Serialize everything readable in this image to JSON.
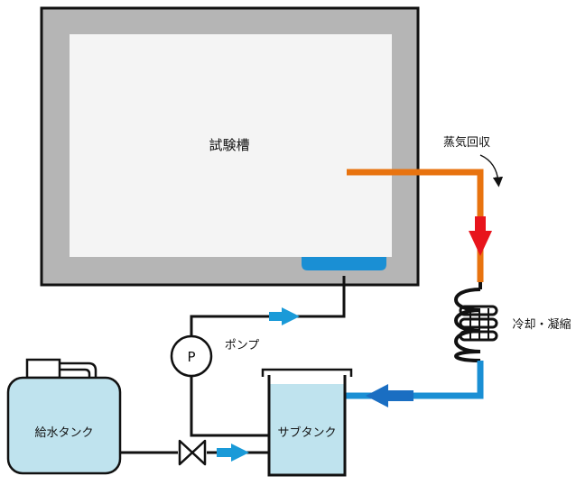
{
  "labels": {
    "chamber": "試験槽",
    "steam_recovery": "蒸気回収",
    "cooling": "冷却・凝縮",
    "pump": "ポンプ",
    "pump_symbol": "P",
    "supply_tank": "給水タンク",
    "sub_tank": "サブタンク"
  },
  "colors": {
    "steam_pipe": "#e8730f",
    "steam_arrow": "#e8141c",
    "water_pipe": "#1a8fd4",
    "water": "#bfe3ee",
    "flow_arrow": "#1a9ad8",
    "chamber_wall": "#b5b5b5",
    "chamber_inner": "#f4f4f4",
    "drain": "#1a8fd4"
  },
  "icons": {
    "condenser": "coil-condenser-icon",
    "valve": "gate-valve-icon",
    "pump": "pump-icon",
    "recovery": "curved-arrow-icon"
  }
}
